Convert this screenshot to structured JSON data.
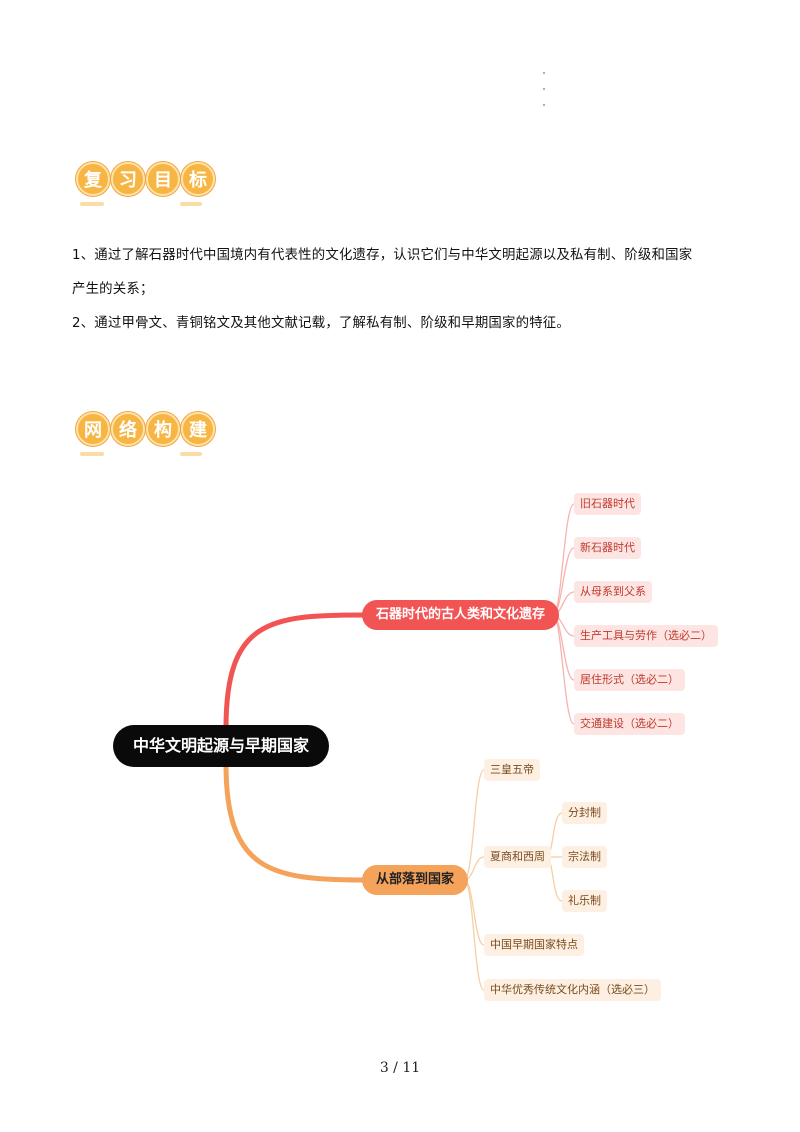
{
  "sections": {
    "review_goals": {
      "chars": [
        "复",
        "习",
        "目",
        "标"
      ]
    },
    "network": {
      "chars": [
        "网",
        "络",
        "构",
        "建"
      ]
    }
  },
  "goals": {
    "p1_line1": "1、通过了解石器时代中国境内有代表性的文化遗存，认识它们与中华文明起源以及私有制、阶级和国家",
    "p1_line2": "产生的关系；",
    "p2": "2、通过甲骨文、青铜铭文及其他文献记载，了解私有制、阶级和早期国家的特征。"
  },
  "mindmap": {
    "root": "中华文明起源与早期国家",
    "branch1": {
      "label": "石器时代的古人类和文化遗存",
      "color": "#f25454",
      "leaves": [
        "旧石器时代",
        "新石器时代",
        "从母系到父系",
        "生产工具与劳作（选必二）",
        "居住形式（选必二）",
        "交通建设（选必二）"
      ]
    },
    "branch2": {
      "label": "从部落到国家",
      "color": "#f5a25a",
      "leaves": [
        "三皇五帝",
        "夏商和西周",
        "中国早期国家特点",
        "中华优秀传统文化内涵（选必三）"
      ],
      "sub": [
        "分封制",
        "宗法制",
        "礼乐制"
      ]
    }
  },
  "page_number": "3 / 11"
}
